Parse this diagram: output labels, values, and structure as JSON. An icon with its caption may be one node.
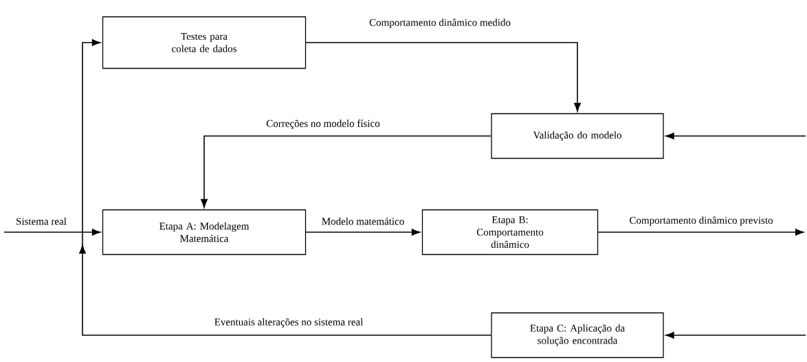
{
  "diagram": {
    "nodes": [
      {
        "text": [
          "Testes para coleta de dados"
        ]
      },
      {
        "text": [
          "Validação do modelo"
        ]
      },
      {
        "text": [
          "Etapa A: Modelagem Matemática"
        ]
      },
      {
        "text": [
          "Etapa B: Comportamento dinâmico"
        ]
      },
      {
        "text": [
          "Etapa C: Aplicação da solução encontrada"
        ]
      }
    ],
    "edges": [
      {
        "from": 0,
        "to": 1,
        "arrow": "to",
        "label": "Comportamento dinâmico medido"
      },
      {
        "from": 1,
        "to": 2,
        "arrow": "to",
        "label": "Correções no modelo físico"
      },
      {
        "from": 2,
        "to": 3,
        "arrow": "to",
        "label": "Modelo matemático"
      },
      {
        "from": 3,
        "to": null,
        "arrow": "to",
        "label": "Comportamento dinâmico previsto"
      },
      {
        "from": null,
        "to": 1,
        "arrow": "to"
      },
      {
        "from": null,
        "to": 4,
        "arrow": "to"
      },
      {
        "from": null,
        "to": 2,
        "arrow": "to",
        "label": "Sistema real"
      },
      {
        "from": 4,
        "to": 0,
        "arrow": "to",
        "label": "Eventuais alterações no sistema real"
      }
    ]
  }
}
